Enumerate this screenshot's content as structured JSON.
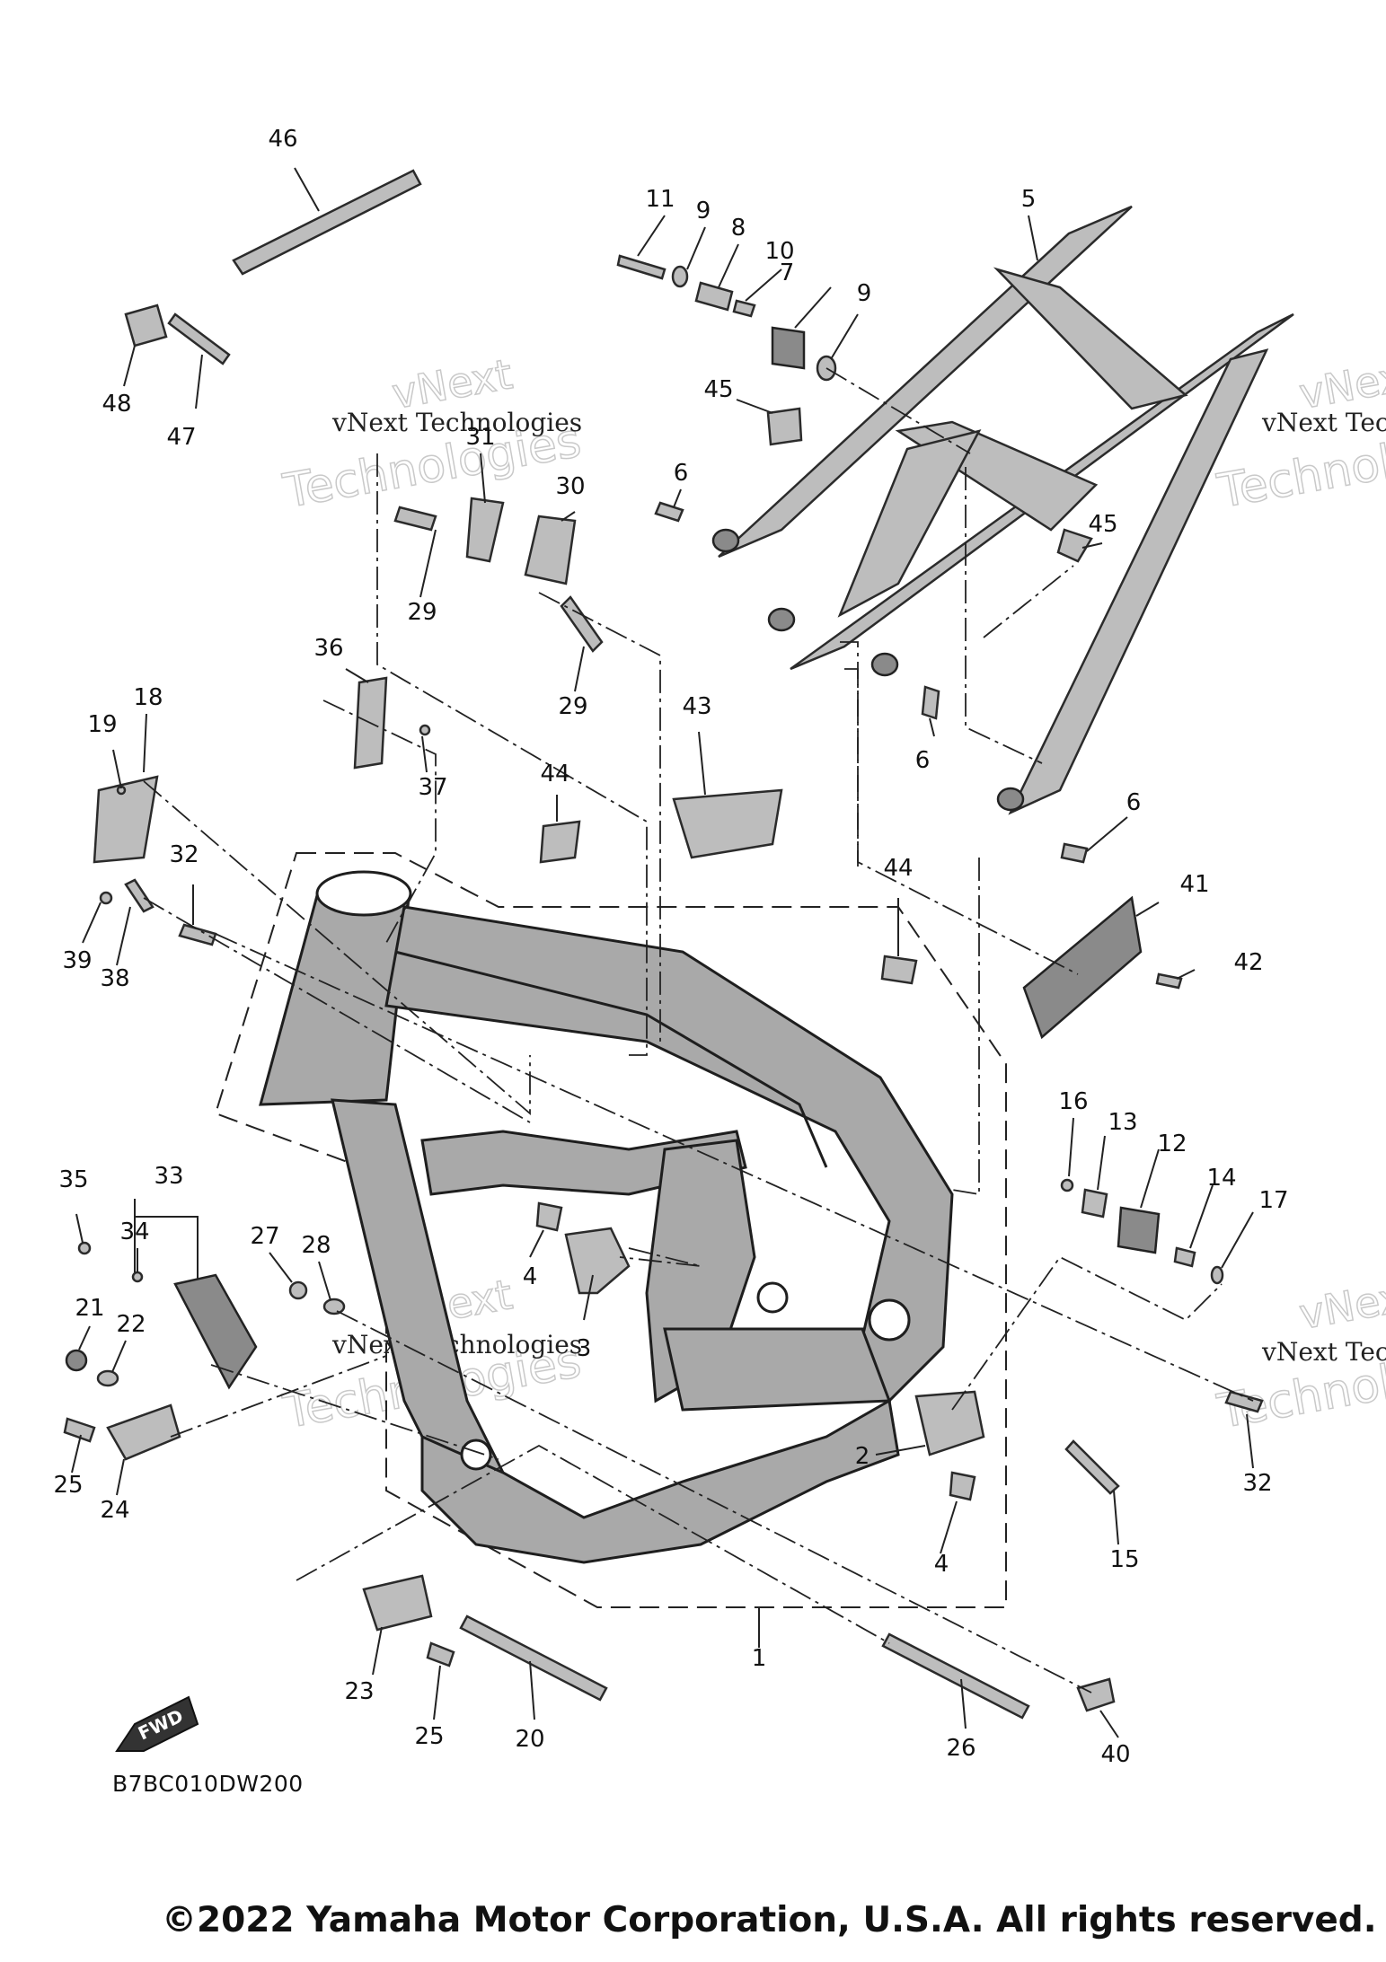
{
  "diagram": {
    "code": "B7BC010DW200",
    "copyright": "©2022 Yamaha Motor Corporation, U.S.A. All rights reserved.",
    "fwd_label": "FWD",
    "watermark": {
      "line1": "vNext",
      "line2": "Technologies",
      "inline": "vNext Technologies"
    },
    "callouts": [
      {
        "id": "1",
        "label": "1"
      },
      {
        "id": "2",
        "label": "2"
      },
      {
        "id": "3",
        "label": "3"
      },
      {
        "id": "4a",
        "label": "4"
      },
      {
        "id": "4b",
        "label": "4"
      },
      {
        "id": "5",
        "label": "5"
      },
      {
        "id": "6a",
        "label": "6"
      },
      {
        "id": "6b",
        "label": "6"
      },
      {
        "id": "6c",
        "label": "6"
      },
      {
        "id": "7",
        "label": "7"
      },
      {
        "id": "8",
        "label": "8"
      },
      {
        "id": "9a",
        "label": "9"
      },
      {
        "id": "9b",
        "label": "9"
      },
      {
        "id": "10",
        "label": "10"
      },
      {
        "id": "11",
        "label": "11"
      },
      {
        "id": "12",
        "label": "12"
      },
      {
        "id": "13",
        "label": "13"
      },
      {
        "id": "14",
        "label": "14"
      },
      {
        "id": "15",
        "label": "15"
      },
      {
        "id": "16",
        "label": "16"
      },
      {
        "id": "17",
        "label": "17"
      },
      {
        "id": "18",
        "label": "18"
      },
      {
        "id": "19",
        "label": "19"
      },
      {
        "id": "20",
        "label": "20"
      },
      {
        "id": "21",
        "label": "21"
      },
      {
        "id": "22",
        "label": "22"
      },
      {
        "id": "23",
        "label": "23"
      },
      {
        "id": "24",
        "label": "24"
      },
      {
        "id": "25a",
        "label": "25"
      },
      {
        "id": "25b",
        "label": "25"
      },
      {
        "id": "26",
        "label": "26"
      },
      {
        "id": "27",
        "label": "27"
      },
      {
        "id": "28",
        "label": "28"
      },
      {
        "id": "29a",
        "label": "29"
      },
      {
        "id": "29b",
        "label": "29"
      },
      {
        "id": "30",
        "label": "30"
      },
      {
        "id": "31",
        "label": "31"
      },
      {
        "id": "32a",
        "label": "32"
      },
      {
        "id": "32b",
        "label": "32"
      },
      {
        "id": "33",
        "label": "33"
      },
      {
        "id": "34",
        "label": "34"
      },
      {
        "id": "35",
        "label": "35"
      },
      {
        "id": "36",
        "label": "36"
      },
      {
        "id": "37",
        "label": "37"
      },
      {
        "id": "38",
        "label": "38"
      },
      {
        "id": "39",
        "label": "39"
      },
      {
        "id": "40",
        "label": "40"
      },
      {
        "id": "41",
        "label": "41"
      },
      {
        "id": "42",
        "label": "42"
      },
      {
        "id": "43",
        "label": "43"
      },
      {
        "id": "44a",
        "label": "44"
      },
      {
        "id": "44b",
        "label": "44"
      },
      {
        "id": "45a",
        "label": "45"
      },
      {
        "id": "45b",
        "label": "45"
      },
      {
        "id": "46",
        "label": "46"
      },
      {
        "id": "47",
        "label": "47"
      },
      {
        "id": "48",
        "label": "48"
      }
    ]
  }
}
